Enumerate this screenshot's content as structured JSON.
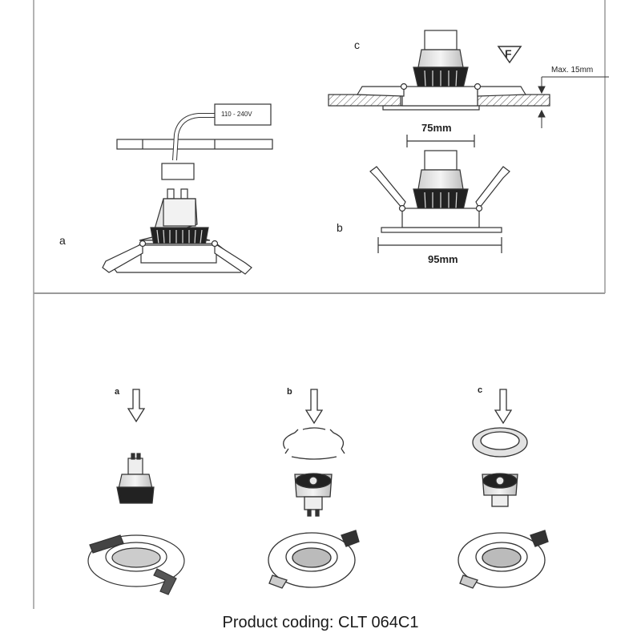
{
  "top_panel": {
    "label_a": "a",
    "label_b": "b",
    "label_c": "c",
    "voltage_label": "110 - 240V",
    "max_depth_label": "Max. 15mm",
    "cutout_label": "75mm",
    "diameter_label": "95mm"
  },
  "bottom_panel": {
    "step_a": "a",
    "step_b": "b",
    "step_c": "c"
  },
  "caption": "Product coding: CLT 064C1",
  "colors": {
    "line": "#333333",
    "frame": "#9a9a9a",
    "hatch": "#555555"
  },
  "icons": [
    "fire-rating-f-icon",
    "down-arrow-icon"
  ]
}
